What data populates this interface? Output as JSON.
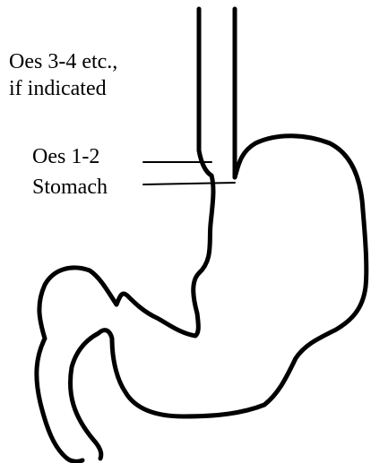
{
  "labels": {
    "oes_3_4_line1": "Oes 3-4 etc.,",
    "oes_3_4_line2": "if indicated",
    "oes_1_2": "Oes 1-2",
    "stomach": "Stomach"
  },
  "colors": {
    "ink": "#000000",
    "background": "#ffffff"
  }
}
